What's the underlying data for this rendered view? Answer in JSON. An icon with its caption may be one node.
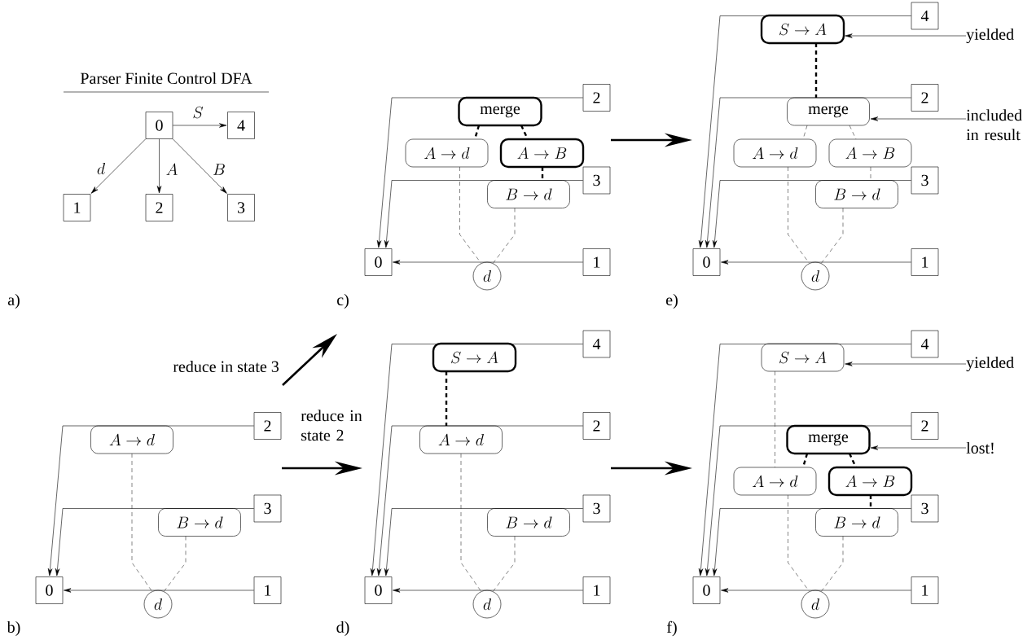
{
  "diagram": {
    "nodes": [
      {
        "text": [
          "0"
        ]
      },
      {
        "text": [
          "4"
        ]
      },
      {
        "text": [
          "1"
        ]
      },
      {
        "text": [
          "2"
        ]
      },
      {
        "text": [
          "3"
        ]
      },
      {
        "text": [
          "2"
        ]
      },
      {
        "text": [
          "merge"
        ]
      },
      {
        "text": [
          "A \\to d"
        ]
      },
      {
        "text": [
          "A \\to B"
        ]
      },
      {
        "text": [
          "3"
        ]
      },
      {
        "text": [
          "B \\to d"
        ]
      },
      {
        "text": [
          "0"
        ]
      },
      {
        "text": [
          "d"
        ]
      },
      {
        "text": [
          "1"
        ]
      },
      {
        "text": [
          "4"
        ]
      },
      {
        "text": [
          "S \\to A"
        ]
      },
      {
        "text": [
          "yielded"
        ]
      },
      {
        "text": [
          "2"
        ]
      },
      {
        "text": [
          "merge"
        ]
      },
      {
        "text": [
          "included in result"
        ]
      },
      {
        "text": [
          "A \\to d"
        ]
      },
      {
        "text": [
          "A \\to B"
        ]
      },
      {
        "text": [
          "3"
        ]
      },
      {
        "text": [
          "B \\to d"
        ]
      },
      {
        "text": [
          "0"
        ]
      },
      {
        "text": [
          "d"
        ]
      },
      {
        "text": [
          "1"
        ]
      },
      {
        "text": [
          "2"
        ]
      },
      {
        "text": [
          "A \\to d"
        ]
      },
      {
        "text": [
          "3"
        ]
      },
      {
        "text": [
          "B \\to d"
        ]
      },
      {
        "text": [
          "0"
        ]
      },
      {
        "text": [
          "d"
        ]
      },
      {
        "text": [
          "1"
        ]
      },
      {
        "text": [
          "4"
        ]
      },
      {
        "text": [
          "S \\to A"
        ]
      },
      {
        "text": [
          "2"
        ]
      },
      {
        "text": [
          "A \\to d"
        ]
      },
      {
        "text": [
          "3"
        ]
      },
      {
        "text": [
          "B \\to d"
        ]
      },
      {
        "text": [
          "0"
        ]
      },
      {
        "text": [
          "d"
        ]
      },
      {
        "text": [
          "1"
        ]
      },
      {
        "text": [
          "4"
        ]
      },
      {
        "text": [
          "S \\to A"
        ]
      },
      {
        "text": [
          "yielded"
        ]
      },
      {
        "text": [
          "2"
        ]
      },
      {
        "text": [
          "merge"
        ]
      },
      {
        "text": [
          "lost!"
        ]
      },
      {
        "text": [
          "A \\to d"
        ]
      },
      {
        "text": [
          "A \\to B"
        ]
      },
      {
        "text": [
          "3"
        ]
      },
      {
        "text": [
          "B \\to d"
        ]
      },
      {
        "text": [
          "0"
        ]
      },
      {
        "text": [
          "d"
        ]
      },
      {
        "text": [
          "1"
        ]
      }
    ],
    "edges": [
      {
        "from": 0,
        "to": 1,
        "arrow": "to",
        "label": "S"
      },
      {
        "from": 0,
        "to": 2,
        "arrow": "to",
        "label": "d"
      },
      {
        "from": 0,
        "to": 3,
        "arrow": "to",
        "label": "A"
      },
      {
        "from": 0,
        "to": 4,
        "arrow": "to",
        "label": "B"
      },
      {
        "from": 5,
        "to": 11,
        "arrow": "to"
      },
      {
        "from": 9,
        "to": 11,
        "arrow": "to"
      },
      {
        "from": 13,
        "to": 11,
        "arrow": "to"
      },
      {
        "from": 6,
        "to": 7,
        "arrow": "none",
        "style": "dashed"
      },
      {
        "from": 6,
        "to": 8,
        "arrow": "none",
        "style": "dashed"
      },
      {
        "from": 8,
        "to": 10,
        "arrow": "none",
        "style": "dashed"
      },
      {
        "from": 7,
        "to": 12,
        "arrow": "none",
        "style": "dashed"
      },
      {
        "from": 10,
        "to": 12,
        "arrow": "none",
        "style": "dashed"
      },
      {
        "from": 14,
        "to": 24,
        "arrow": "to"
      },
      {
        "from": 17,
        "to": 24,
        "arrow": "to"
      },
      {
        "from": 22,
        "to": 24,
        "arrow": "to"
      },
      {
        "from": 26,
        "to": 24,
        "arrow": "to"
      },
      {
        "from": 16,
        "to": 15,
        "arrow": "to"
      },
      {
        "from": 19,
        "to": 18,
        "arrow": "to"
      },
      {
        "from": 15,
        "to": 18,
        "arrow": "none",
        "style": "dashed"
      },
      {
        "from": 18,
        "to": 20,
        "arrow": "none",
        "style": "dashed"
      },
      {
        "from": 18,
        "to": 21,
        "arrow": "none",
        "style": "dashed"
      },
      {
        "from": 21,
        "to": 23,
        "arrow": "none",
        "style": "dashed"
      },
      {
        "from": 20,
        "to": 25,
        "arrow": "none",
        "style": "dashed"
      },
      {
        "from": 23,
        "to": 25,
        "arrow": "none",
        "style": "dashed"
      },
      {
        "from": 27,
        "to": 31,
        "arrow": "to"
      },
      {
        "from": 29,
        "to": 31,
        "arrow": "to"
      },
      {
        "from": 33,
        "to": 31,
        "arrow": "to"
      },
      {
        "from": 28,
        "to": 32,
        "arrow": "none",
        "style": "dashed"
      },
      {
        "from": 30,
        "to": 32,
        "arrow": "none",
        "style": "dashed"
      },
      {
        "from": 34,
        "to": 40,
        "arrow": "to"
      },
      {
        "from": 36,
        "to": 40,
        "arrow": "to"
      },
      {
        "from": 38,
        "to": 40,
        "arrow": "to"
      },
      {
        "from": 42,
        "to": 40,
        "arrow": "to"
      },
      {
        "from": 35,
        "to": 37,
        "arrow": "none",
        "style": "dashed"
      },
      {
        "from": 37,
        "to": 41,
        "arrow": "none",
        "style": "dashed"
      },
      {
        "from": 39,
        "to": 41,
        "arrow": "none",
        "style": "dashed"
      },
      {
        "from": 43,
        "to": 53,
        "arrow": "to"
      },
      {
        "from": 46,
        "to": 53,
        "arrow": "to"
      },
      {
        "from": 51,
        "to": 53,
        "arrow": "to"
      },
      {
        "from": 55,
        "to": 53,
        "arrow": "to"
      },
      {
        "from": 45,
        "to": 44,
        "arrow": "to"
      },
      {
        "from": 48,
        "to": 47,
        "arrow": "to"
      },
      {
        "from": 44,
        "to": 49,
        "arrow": "none",
        "style": "dashed"
      },
      {
        "from": 47,
        "to": 49,
        "arrow": "none",
        "style": "dashed"
      },
      {
        "from": 47,
        "to": 50,
        "arrow": "none",
        "style": "dashed"
      },
      {
        "from": 50,
        "to": 52,
        "arrow": "none",
        "style": "dashed"
      },
      {
        "from": 49,
        "to": 54,
        "arrow": "none",
        "style": "dashed"
      },
      {
        "from": 52,
        "to": 54,
        "arrow": "none",
        "style": "dashed"
      }
    ],
    "title": "Parser Finite Control DFA",
    "labels": [
      "a)",
      "c)",
      "e)",
      "reduce in state 3",
      "reduce in state 2",
      "b)",
      "d)",
      "f)"
    ]
  }
}
